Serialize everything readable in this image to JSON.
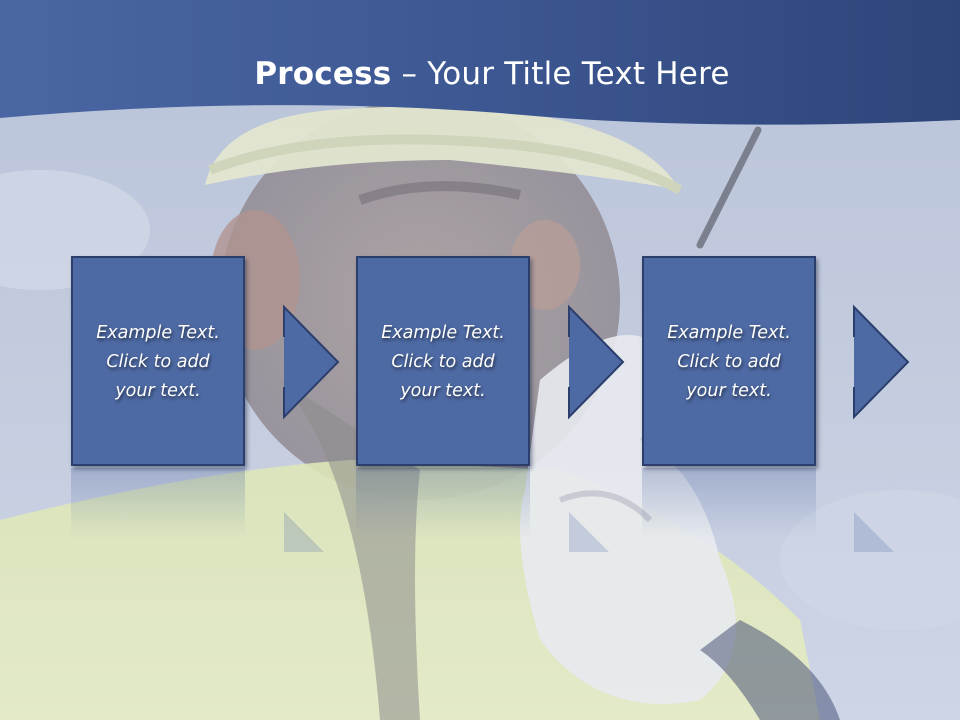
{
  "slide": {
    "title_bold": "Process",
    "title_rest": " – Your Title Text Here",
    "steps": [
      {
        "text": "Example Text.\nClick  to add\nyour text."
      },
      {
        "text": "Example Text.\nClick  to add\nyour text."
      },
      {
        "text": "Example Text.\nClick  to add\nyour text."
      }
    ]
  },
  "colors": {
    "header_band": "#3c5791",
    "box_fill": "#4e6aa4",
    "box_border": "#2c3f6c",
    "text": "#ffffff"
  }
}
